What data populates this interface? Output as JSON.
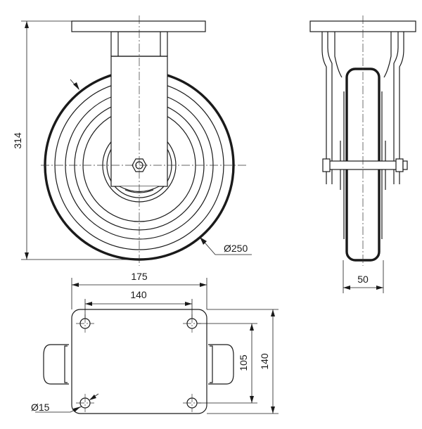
{
  "dimensions": {
    "height_total": "314",
    "wheel_diameter": "Ø250",
    "wheel_width": "50",
    "plate_width": "175",
    "bolt_spacing_x": "140",
    "bolt_spacing_y": "105",
    "plate_length": "140",
    "bolt_hole_diameter": "Ø15"
  }
}
